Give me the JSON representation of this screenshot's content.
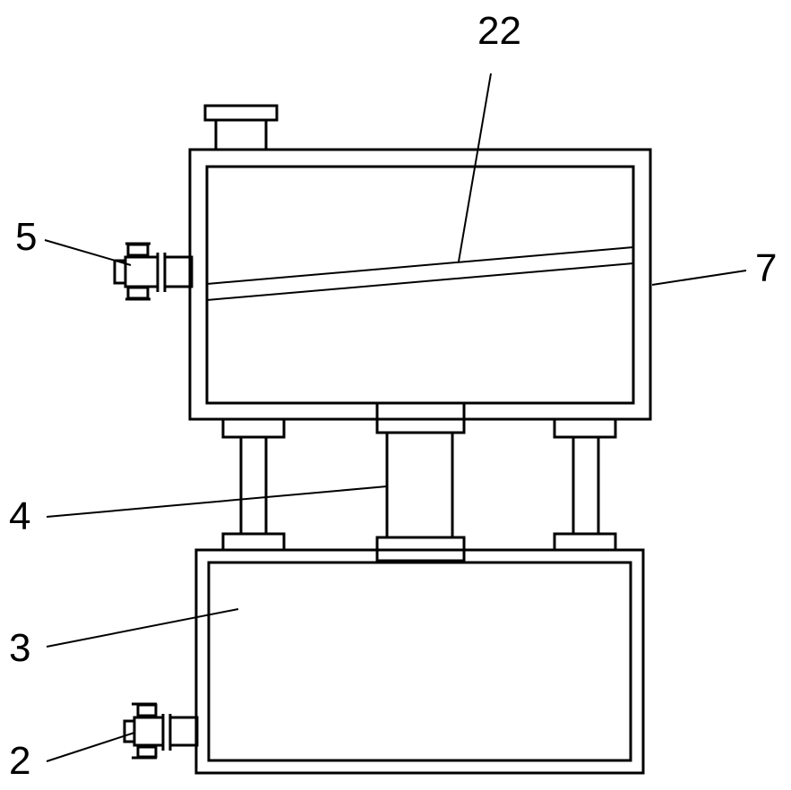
{
  "figure": {
    "line_color": "#000000",
    "background": "#ffffff",
    "labels": {
      "l22": "22",
      "l5": "5",
      "l7": "7",
      "l4": "4",
      "l3": "3",
      "l2": "2"
    }
  }
}
